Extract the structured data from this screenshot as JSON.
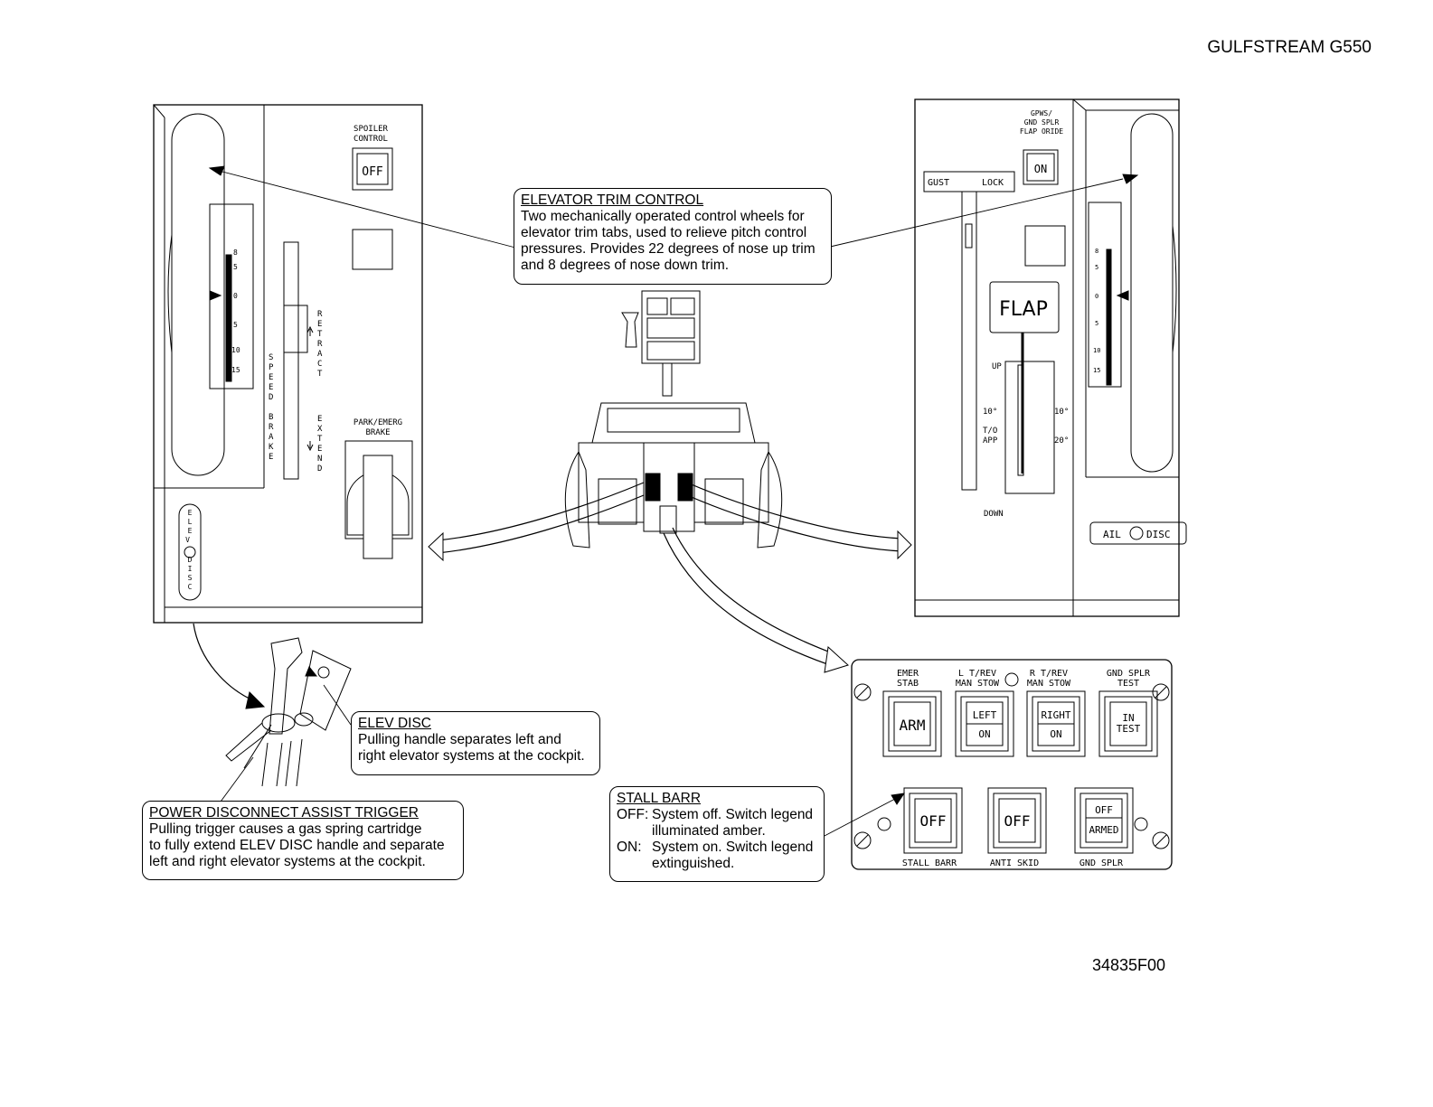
{
  "header": {
    "aircraft": "GULFSTREAM G550"
  },
  "figure_number": "34835F00",
  "callouts": {
    "elevator_trim": {
      "title": "ELEVATOR TRIM CONTROL",
      "lines": [
        "Two mechanically operated control wheels for",
        "elevator trim tabs, used to relieve pitch control",
        "pressures. Provides 22 degrees of nose up trim",
        "and 8 degrees of nose down trim."
      ]
    },
    "elev_disc": {
      "title": "ELEV DISC",
      "lines": [
        "Pulling handle separates left and",
        "right elevator systems at the cockpit."
      ]
    },
    "power_disconnect": {
      "title": "POWER DISCONNECT ASSIST TRIGGER",
      "lines": [
        "Pulling trigger causes a gas spring cartridge",
        "to fully extend ELEV DISC handle and separate",
        "left and right elevator systems at the cockpit."
      ]
    },
    "stall_barr": {
      "title": "STALL BARR",
      "off_key": "OFF:",
      "off_line1": "System off. Switch legend",
      "off_line2": "illuminated amber.",
      "on_key": "ON:",
      "on_line1": "System on. Switch legend",
      "on_line2": "extinguished."
    }
  },
  "left_console": {
    "spoiler_label1": "SPOILER",
    "spoiler_label2": "CONTROL",
    "spoiler_switch": "OFF",
    "speed_brake": "SPEEDBRAKE",
    "retract": "RETRACT",
    "extend": "EXTEND",
    "park_label1": "PARK/EMERG",
    "park_label2": "BRAKE",
    "elev_disc_handle": "ELEVDISC",
    "scale": [
      "8",
      "5",
      "0",
      "5",
      "10",
      "15"
    ]
  },
  "right_console": {
    "gpws_label1": "GPWS/",
    "gpws_label2": "GND SPLR",
    "gpws_label3": "FLAP ORIDE",
    "gpws_switch": "ON",
    "gust": "GUST",
    "lock": "LOCK",
    "flap": "FLAP",
    "up": "UP",
    "ten_left": "10°",
    "to": "T/O",
    "app": "APP",
    "ten_right": "10°",
    "twenty": "20°",
    "down": "DOWN",
    "ail": "AIL",
    "disc": "DISC",
    "scale": [
      "8",
      "5",
      "0",
      "5",
      "10",
      "15"
    ]
  },
  "switch_panel": {
    "emer_stab1": "EMER",
    "emer_stab2": "STAB",
    "arm": "ARM",
    "ltrev1": "L T/REV",
    "ltrev2": "MAN STOW",
    "left": "LEFT",
    "left_on": "ON",
    "rtrev1": "R T/REV",
    "rtrev2": "MAN STOW",
    "right": "RIGHT",
    "right_on": "ON",
    "gnd_test1": "GND SPLR",
    "gnd_test2": "TEST",
    "in": "IN",
    "test": "TEST",
    "stall_off": "OFF",
    "stall_label": "STALL BARR",
    "anti_off": "OFF",
    "anti_label": "ANTI SKID",
    "gnd_off": "OFF",
    "gnd_armed": "ARMED",
    "gnd_label": "GND SPLR"
  }
}
